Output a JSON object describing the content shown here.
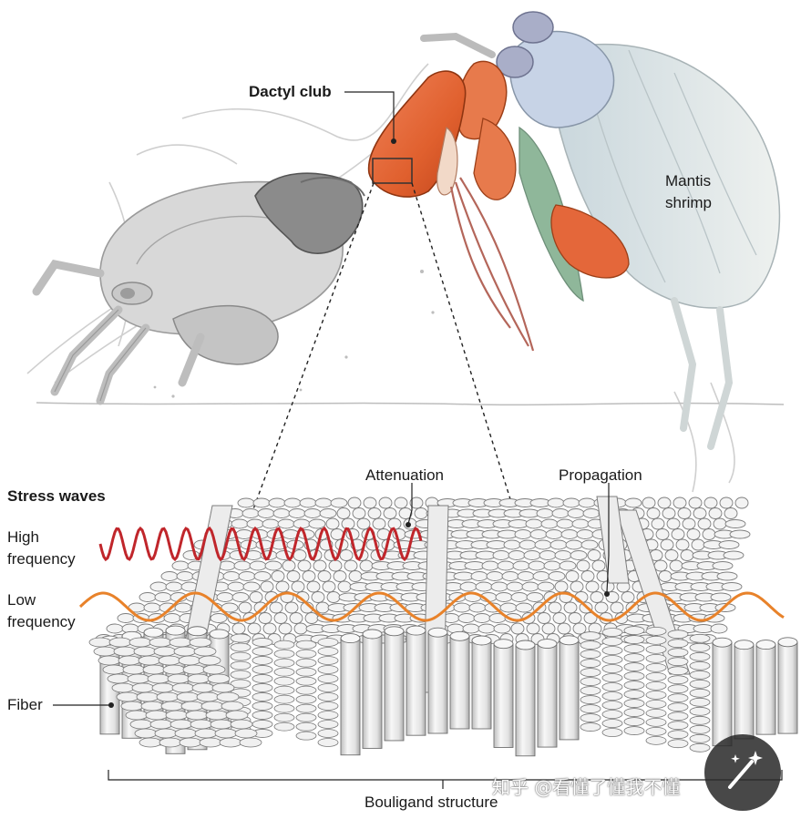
{
  "labels": {
    "dactyl_club": "Dactyl club",
    "mantis_line1": "Mantis",
    "mantis_line2": "shrimp",
    "stress_waves": "Stress waves",
    "high_line1": "High",
    "high_line2": "frequency",
    "low_line1": "Low",
    "low_line2": "frequency",
    "fiber": "Fiber",
    "attenuation": "Attenuation",
    "propagation": "Propagation",
    "bouligand": "Bouligand structure"
  },
  "watermark": "知乎 @看懂了懂我不懂",
  "colors": {
    "high_wave": "#c0262b",
    "low_wave": "#e8822a",
    "club": "#e0602e",
    "shrimp_body": "#dfe6e4",
    "shrimp_eye": "#a9aec8",
    "antenna_scale": "#8fb79a",
    "crab": "#8b8b8b",
    "fiber": "#ececec"
  },
  "icons": [
    "magic-wand-icon"
  ]
}
